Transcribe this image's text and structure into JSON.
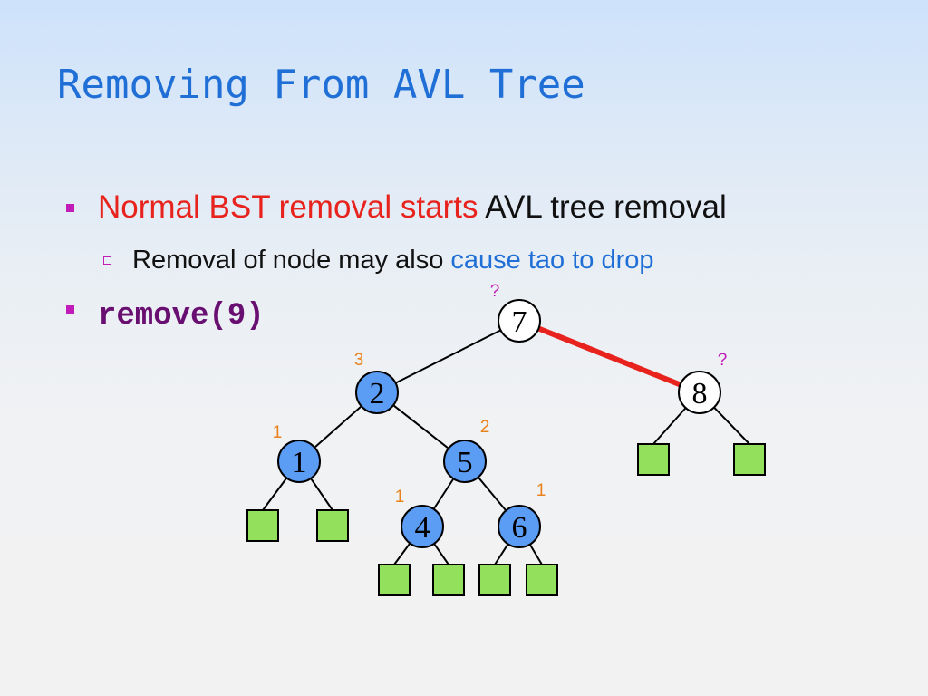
{
  "slide": {
    "title": "Removing From AVL Tree",
    "bullets": [
      {
        "parts": [
          {
            "text": "Normal BST removal starts",
            "style": "red"
          },
          {
            "text": " AVL tree removal",
            "style": "black"
          }
        ]
      },
      {
        "parts": [
          {
            "text": "Removal of node may also ",
            "style": "black"
          },
          {
            "text": "cause tao to drop",
            "style": "blue"
          }
        ]
      },
      {
        "parts": [
          {
            "text": "remove(9)",
            "style": "code"
          }
        ]
      }
    ]
  },
  "tree": {
    "colors": {
      "node_fill_blue": "#5b9cf5",
      "node_fill_white": "#ffffff",
      "leaf_fill": "#92e05c",
      "highlight_edge": "#e8231d",
      "height_label_orange": "#e8821d",
      "height_label_magenta": "#c21cb8"
    },
    "nodes": [
      {
        "id": "7",
        "label": "7",
        "fill": "white",
        "height": "?",
        "height_color": "magenta"
      },
      {
        "id": "2",
        "label": "2",
        "fill": "blue",
        "height": "3",
        "height_color": "orange"
      },
      {
        "id": "8",
        "label": "8",
        "fill": "white",
        "height": "?",
        "height_color": "magenta"
      },
      {
        "id": "1",
        "label": "1",
        "fill": "blue",
        "height": "1",
        "height_color": "orange"
      },
      {
        "id": "5",
        "label": "5",
        "fill": "blue",
        "height": "2",
        "height_color": "orange"
      },
      {
        "id": "4",
        "label": "4",
        "fill": "blue",
        "height": "1",
        "height_color": "orange"
      },
      {
        "id": "6",
        "label": "6",
        "fill": "blue",
        "height": "1",
        "height_color": "orange"
      }
    ],
    "edges": [
      {
        "from": "7",
        "to": "2",
        "highlight": false
      },
      {
        "from": "7",
        "to": "8",
        "highlight": true
      },
      {
        "from": "2",
        "to": "1",
        "highlight": false
      },
      {
        "from": "2",
        "to": "5",
        "highlight": false
      },
      {
        "from": "5",
        "to": "4",
        "highlight": false
      },
      {
        "from": "5",
        "to": "6",
        "highlight": false
      }
    ],
    "leaf_parents": [
      "8",
      "8",
      "1",
      "1",
      "4",
      "4",
      "6",
      "6"
    ]
  }
}
